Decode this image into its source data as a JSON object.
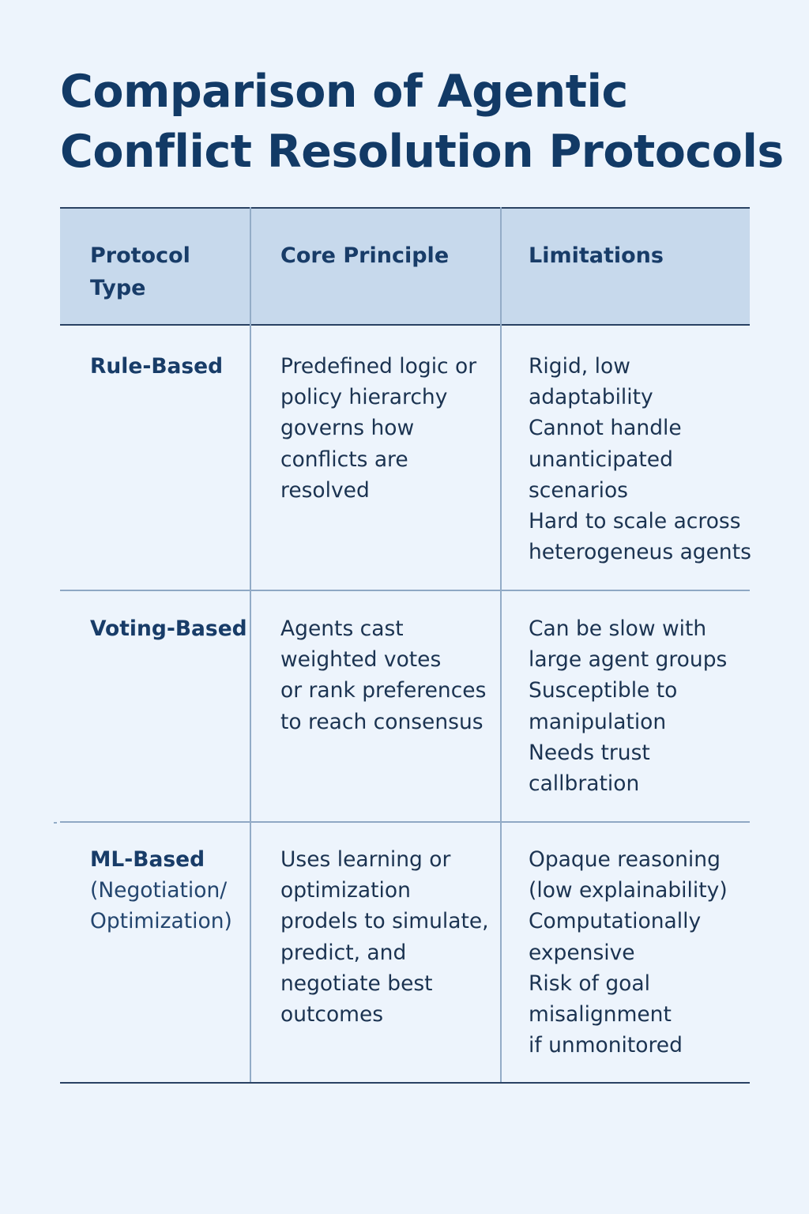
{
  "title": {
    "line1": "Comparison of Agentic",
    "line2": "Conflict Resolution Protocols"
  },
  "table": {
    "headers": {
      "col1": [
        "Protocol",
        "Type"
      ],
      "col2": "Core Principle",
      "col3": "Limitations"
    },
    "rows": [
      {
        "type": "Rule-Based",
        "type_sub": [],
        "principle": [
          "Predefined logic or",
          "policy hierarchy",
          "governs how",
          "conflicts are",
          "resolved"
        ],
        "limitations": [
          "Rigid, low",
          "adaptability",
          "Cannot handle",
          "unanticipated",
          "scenarios",
          "Hard to scale across",
          "heterogeneus agents"
        ]
      },
      {
        "type": "Voting-Based",
        "type_sub": [],
        "principle": [
          "Agents cast",
          "weighted votes",
          "or rank preferences",
          "to reach consensus"
        ],
        "limitations": [
          "Can be slow with",
          "large agent groups",
          "Susceptible to",
          "manipulation",
          "Needs trust",
          "callbration"
        ]
      },
      {
        "type": "ML-Based",
        "type_sub": [
          "(Negotiation/",
          "Optimization)"
        ],
        "principle": [
          "Uses learning or",
          "optimization",
          "prodels to simulate,",
          "predict, and",
          "negotiate best",
          "outcomes"
        ],
        "limitations": [
          "Opaque reasoning",
          "(low explainability)",
          "Computationally",
          "expensive",
          "Risk of goal",
          "misalignment",
          "if unmonitored"
        ]
      }
    ]
  }
}
